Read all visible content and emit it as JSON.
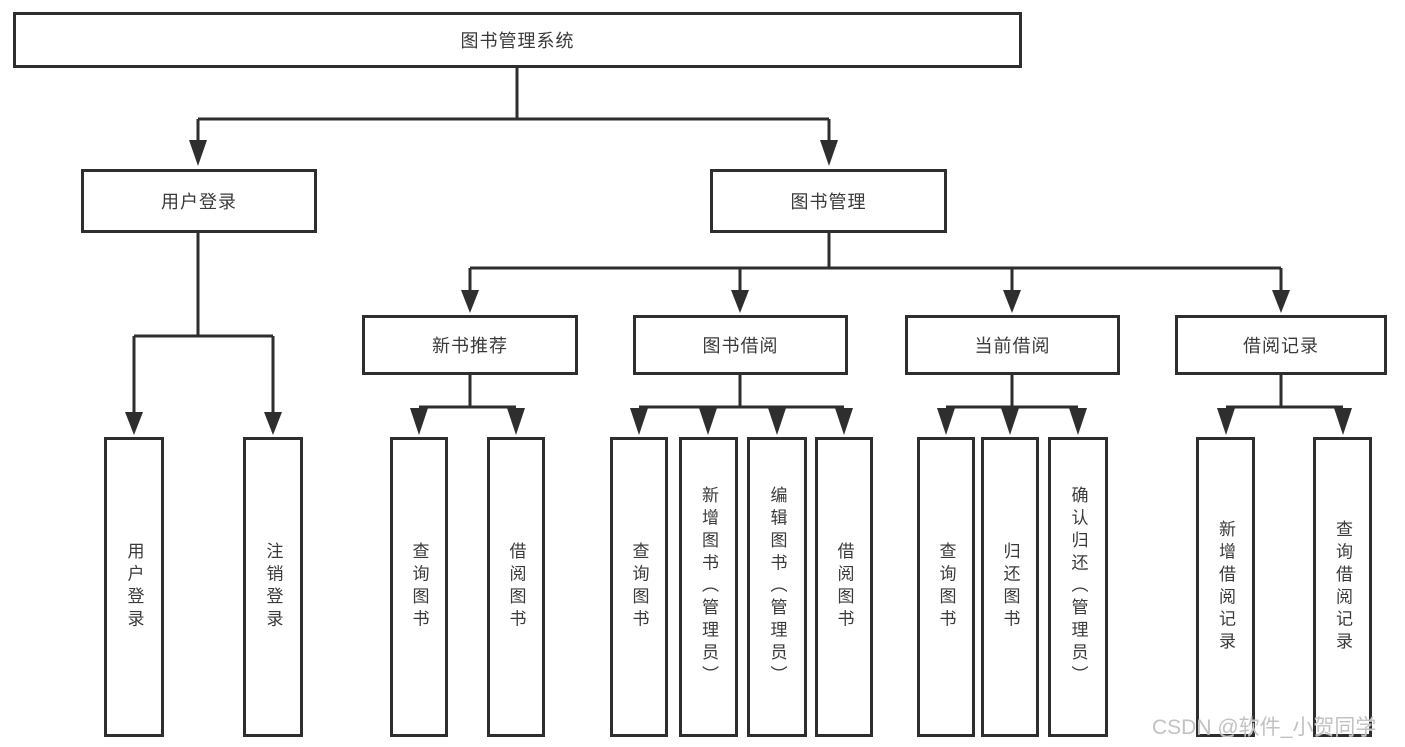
{
  "tree": {
    "label": "图书管理系统",
    "children": [
      {
        "label": "用户登录",
        "children": [
          {
            "label": "用户登录"
          },
          {
            "label": "注销登录"
          }
        ]
      },
      {
        "label": "图书管理",
        "children": [
          {
            "label": "新书推荐",
            "children": [
              {
                "label": "查询图书"
              },
              {
                "label": "借阅图书"
              }
            ]
          },
          {
            "label": "图书借阅",
            "children": [
              {
                "label": "查询图书"
              },
              {
                "label": "新增图书（管理员）"
              },
              {
                "label": "编辑图书（管理员）"
              },
              {
                "label": "借阅图书"
              }
            ]
          },
          {
            "label": "当前借阅",
            "children": [
              {
                "label": "查询图书"
              },
              {
                "label": "归还图书"
              },
              {
                "label": "确认归还（管理员）"
              }
            ]
          },
          {
            "label": "借阅记录",
            "children": [
              {
                "label": "新增借阅记录"
              },
              {
                "label": "查询借阅记录"
              }
            ]
          }
        ]
      }
    ]
  },
  "watermark": "CSDN @软件_小贺同学",
  "colors": {
    "line": "#2e2e2e",
    "text": "#3a3a3a",
    "watermark": "#c2c2c2",
    "background": "#ffffff"
  }
}
